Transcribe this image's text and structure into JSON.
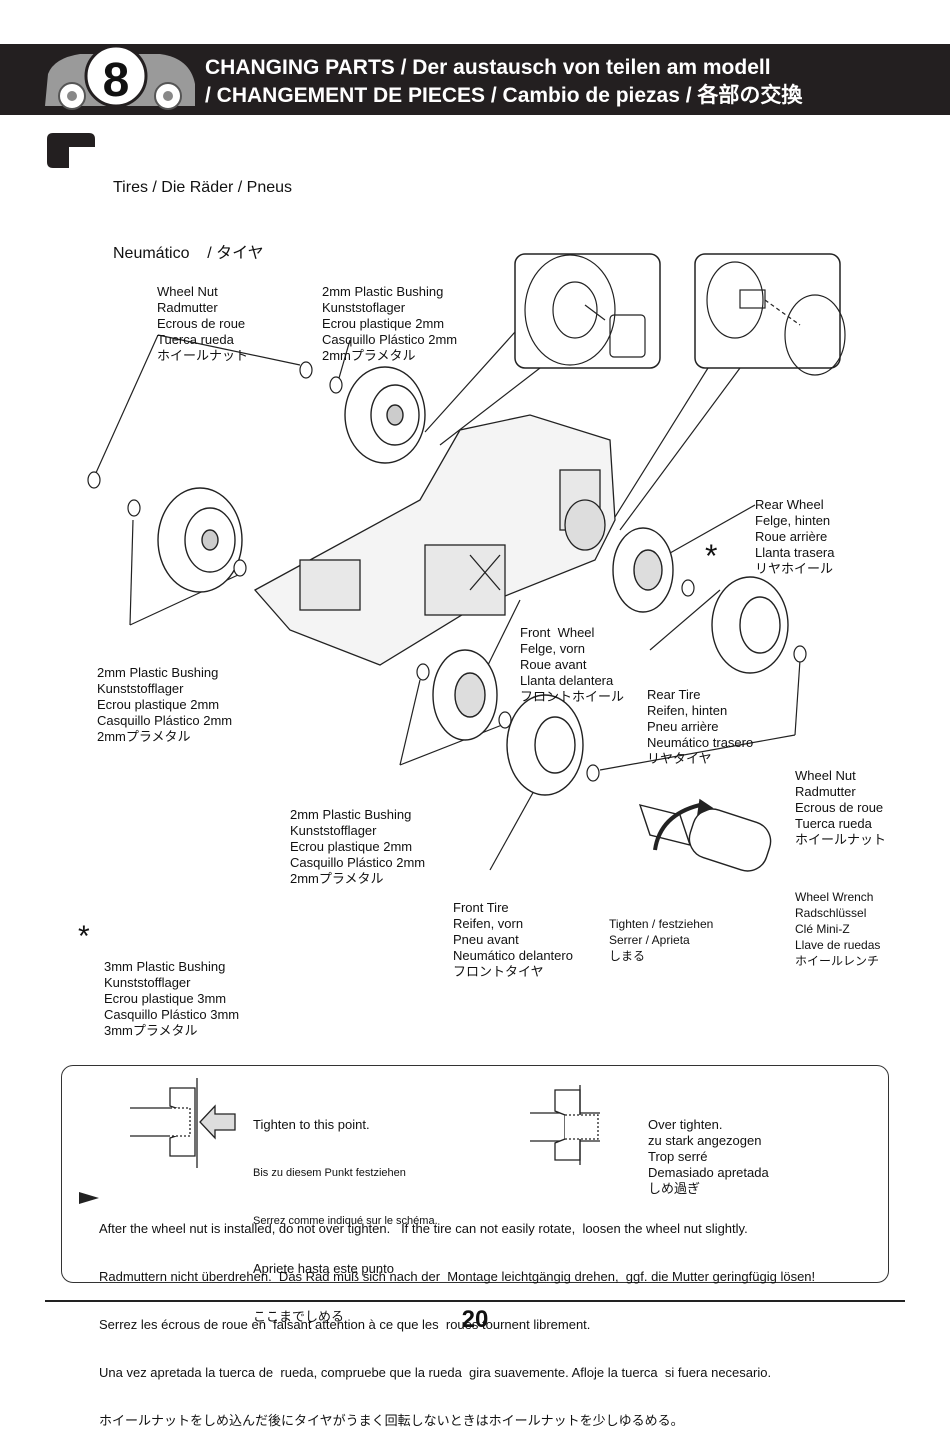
{
  "header": {
    "step_number": "8",
    "title_line1": "CHANGING PARTS  / Der austausch von teilen am modell",
    "title_line2": "/ CHANGEMENT DE PIECES / Cambio de piezas  / 各部の交換"
  },
  "section": {
    "title_line1": "Tires / Die Räder / Pneus",
    "title_line2": "Neumático    / タイヤ"
  },
  "labels": {
    "wheel_nut_top": [
      "Wheel Nut",
      "Radmutter",
      "Ecrous de roue",
      "Tuerca rueda",
      "ホイールナット"
    ],
    "bushing_top": [
      "2mm Plastic Bushing",
      "Kunststoflager",
      "Ecrou plastique 2mm",
      "Casquillo Plástico 2mm",
      "2mmプラメタル"
    ],
    "rear_wheel": [
      "Rear Wheel",
      "Felge, hinten",
      "Roue arrière",
      "Llanta trasera",
      "リヤホイール"
    ],
    "front_wheel": [
      "Front  Wheel",
      "Felge, vorn",
      "Roue avant",
      "Llanta delantera",
      "フロントホイール"
    ],
    "bushing_left": [
      "2mm Plastic Bushing",
      "Kunststofflager",
      "Ecrou plastique 2mm",
      "Casquillo Plástico 2mm",
      "2mmプラメタル"
    ],
    "rear_tire": [
      "Rear Tire",
      "Reifen, hinten",
      "Pneu arrière",
      "Neumático trasero",
      "リヤタイヤ"
    ],
    "wheel_nut_right": [
      "Wheel Nut",
      "Radmutter",
      "Ecrous de roue",
      "Tuerca rueda",
      "ホイールナット"
    ],
    "bushing_mid": [
      "2mm Plastic Bushing",
      "Kunststofflager",
      "Ecrou plastique 2mm",
      "Casquillo Plástico 2mm",
      "2mmプラメタル"
    ],
    "front_tire": [
      "Front Tire",
      "Reifen, vorn",
      "Pneu avant",
      "Neumático delantero",
      "フロントタイヤ"
    ],
    "tighten": [
      "Tighten / festziehen",
      "Serrer / Aprieta",
      "しまる"
    ],
    "wrench": [
      "Wheel Wrench",
      "Radschlüssel",
      "Clé Mini-Z",
      "Llave de ruedas",
      "ホイールレンチ"
    ],
    "asterisk": "*",
    "bushing_3mm": [
      "3mm Plastic Bushing",
      "Kunststofflager",
      "Ecrou plastique 3mm",
      "Casquillo Plástico 3mm",
      "3mmプラメタル"
    ]
  },
  "note": {
    "good": [
      "Tighten to this point.",
      "Bis zu diesem Punkt festziehen",
      "Serrez comme indiqué sur le schéma.",
      "Apriete hasta este punto",
      "ここまでしめる"
    ],
    "bad": [
      "Over tighten.",
      "zu stark angezogen",
      "Trop serré",
      "Demasiado apretada",
      "しめ過ぎ"
    ],
    "instructions": [
      "After the wheel nut is installed, do not over tighten.   If the tire can not easily rotate,  loosen the wheel nut slightly.",
      "Radmuttern nicht überdrehen.  Das Rad muß sich nach der  Montage leichtgängig drehen,  ggf. die Mutter geringfügig lösen!",
      "Serrez les écrous de roue en  faisant attention à ce que les  roues tournent librement.",
      "Una vez apretada la tuerca de  rueda, compruebe que la rueda  gira suavemente. Afloje la tuerca  si fuera necesario.",
      "ホイールナットをしめ込んだ後にタイヤがうまく回転しないときはホイールナットを少しゆるめる。"
    ]
  },
  "page_number": "20"
}
